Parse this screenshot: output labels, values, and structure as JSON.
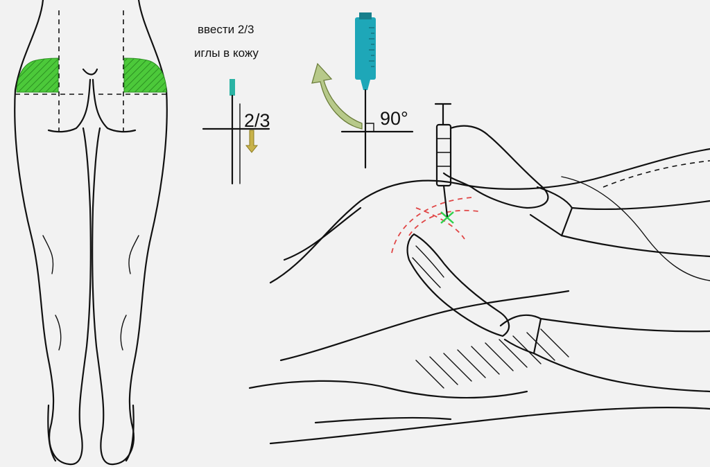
{
  "instruction": {
    "line1": "ввести 2/3",
    "line2": "иглы в кожу"
  },
  "depth_label": "2/3",
  "angle_label": "90°",
  "colors": {
    "background": "#f2f2f2",
    "injection_zone": "#4cc93a",
    "syringe": "#1ea7b8",
    "needle_hub": "#2bb3a4",
    "arrow": "#b7c98a",
    "guide_lines": "#e04545",
    "ink": "#111111"
  }
}
